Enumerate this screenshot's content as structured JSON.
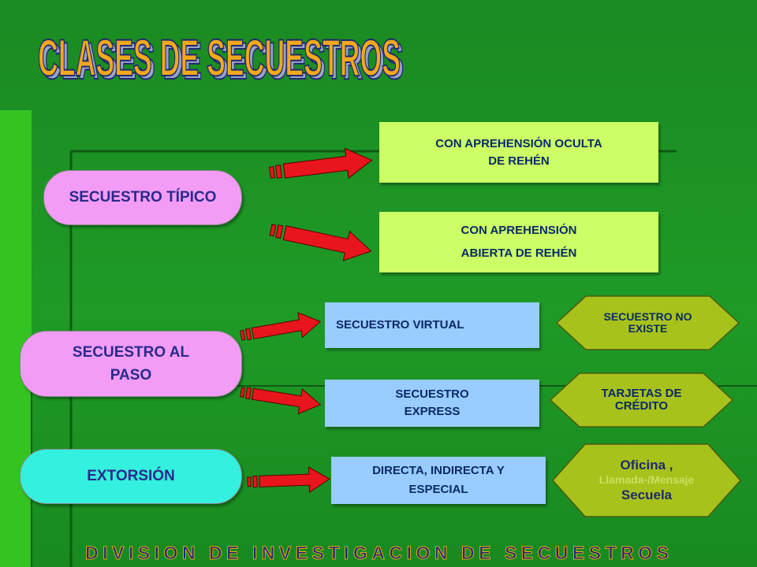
{
  "title": "CLASES DE SECUESTROS",
  "footer": "DIVISION DE INVESTIGACION DE SECUESTROS",
  "categories": {
    "tipico": "SECUESTRO TÍPICO",
    "al_paso_line1": "SECUESTRO AL",
    "al_paso_line2": "PASO",
    "extorsion": "EXTORSIÓN"
  },
  "types": {
    "oculta_line1": "CON APREHENSIÓN OCULTA",
    "oculta_line2": "DE REHÉN",
    "abierta_line1": "CON APREHENSIÓN",
    "abierta_line2": "ABIERTA DE REHÉN",
    "virtual": "SECUESTRO VIRTUAL",
    "express_line1": "SECUESTRO",
    "express_line2": "EXPRESS",
    "directa_line1": "DIRECTA, INDIRECTA Y",
    "directa_line2": "ESPECIAL"
  },
  "notes": {
    "no_existe_line1": "SECUESTRO NO",
    "no_existe_line2": "EXISTE",
    "tarjetas_line1": "TARJETAS DE",
    "tarjetas_line2": "CRÉDITO",
    "oficina": "Oficina ,",
    "llamada": "Llamada-/Mensaje",
    "secuela": "Secuela"
  },
  "colors": {
    "background": "#1f9a26",
    "pink_pill": "#f39cf6",
    "cyan_pill": "#33f0df",
    "lime_box": "#ccff66",
    "blue_box": "#99ccff",
    "olive_hex": "#a8c21c",
    "arrow_red": "#e8161c",
    "title_fill": "#f3a81c",
    "footer_fill": "#1f2a6e"
  }
}
